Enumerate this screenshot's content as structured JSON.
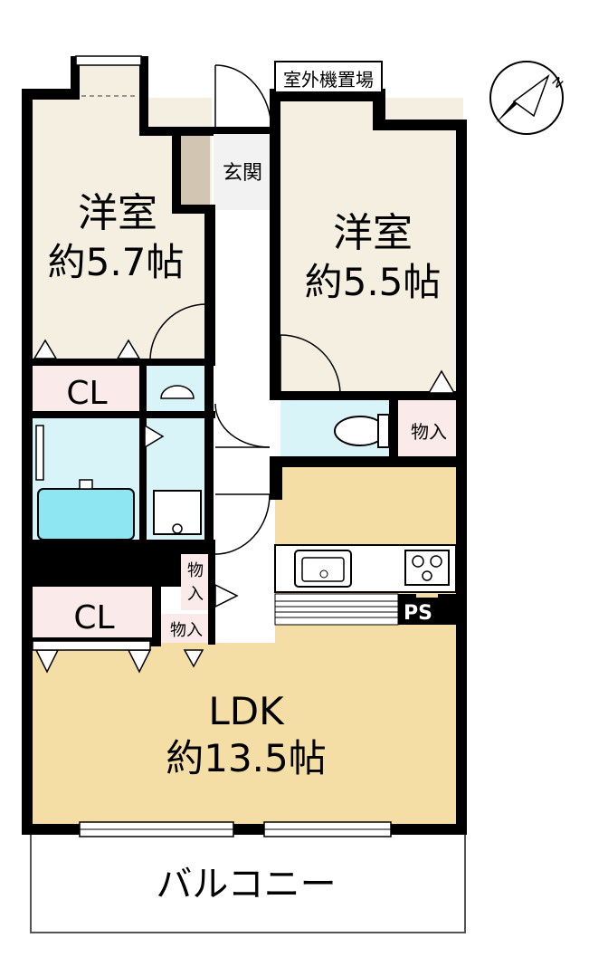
{
  "colors": {
    "wall": "#000000",
    "room": "#f5efe1",
    "ldk": "#f4dea6",
    "wet": "#d8f4f8",
    "closet": "#fbeaea",
    "entrance_floor": "#ffffff",
    "shoebox": "#d2c6b2",
    "tub": "#8ee6f2",
    "balcony": "#ffffff"
  },
  "rooms": {
    "western_a": {
      "name": "洋室",
      "size": "約5.7帖"
    },
    "western_b": {
      "name": "洋室",
      "size": "約5.5帖"
    },
    "ldk": {
      "name": "LDK",
      "size": "約13.5帖"
    }
  },
  "labels": {
    "entrance": "玄関",
    "outdoor_unit": "室外機置場",
    "closet_upper": "CL",
    "closet_lower": "CL",
    "storage_right": "物入",
    "storage_mid": "物入",
    "storage_lower": "物入",
    "ps": "PS",
    "balcony": "バルコニー"
  },
  "icons": {
    "compass": "north-arrow-icon",
    "sink": "kitchen-sink-icon",
    "stove": "gas-stove-icon",
    "toilet": "toilet-icon",
    "washbasin": "washbasin-icon",
    "laundry": "washing-machine-pan-icon",
    "bathtub": "bathtub-icon"
  }
}
